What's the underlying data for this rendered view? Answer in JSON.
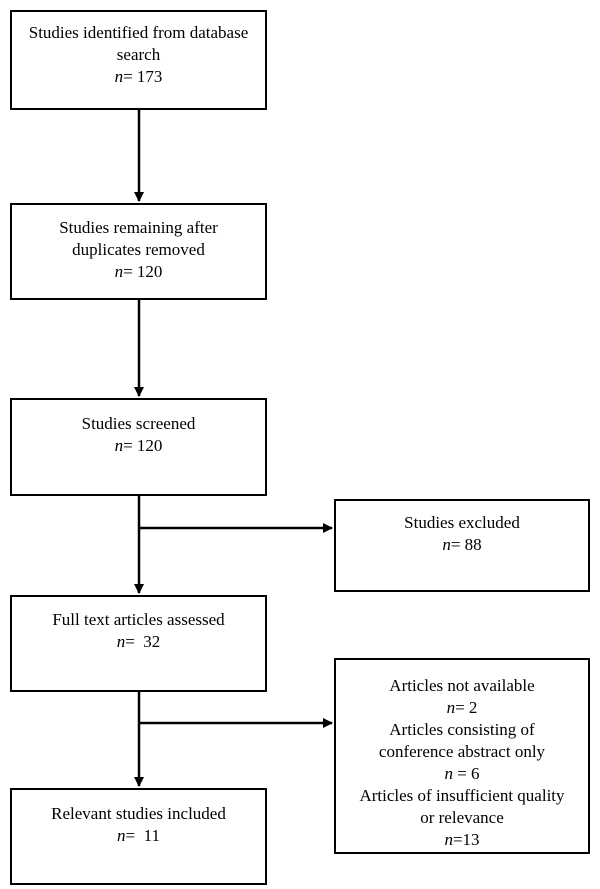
{
  "boxes": {
    "identified": {
      "line1": "Studies identified from database",
      "line2": "search",
      "n": "173"
    },
    "remaining": {
      "line1": "Studies remaining after",
      "line2": "duplicates removed",
      "n": "120"
    },
    "screened": {
      "line1": "Studies screened",
      "n": "120"
    },
    "full_text": {
      "line1": "Full text articles assessed",
      "n": " 32"
    },
    "included": {
      "line1": "Relevant studies included",
      "n": " 11"
    },
    "excluded": {
      "line1": "Studies excluded",
      "n": "88"
    },
    "reasons": {
      "r1": "Articles not available",
      "n1": "2",
      "r2a": "Articles consisting of",
      "r2b": "conference abstract only",
      "n2": "6",
      "r3a": "Articles of insufficient quality",
      "r3b": "or relevance",
      "n3": "13"
    }
  },
  "labels": {
    "n_eq": "n=",
    "n_eq_sp": "n =",
    "n_var": "n"
  }
}
